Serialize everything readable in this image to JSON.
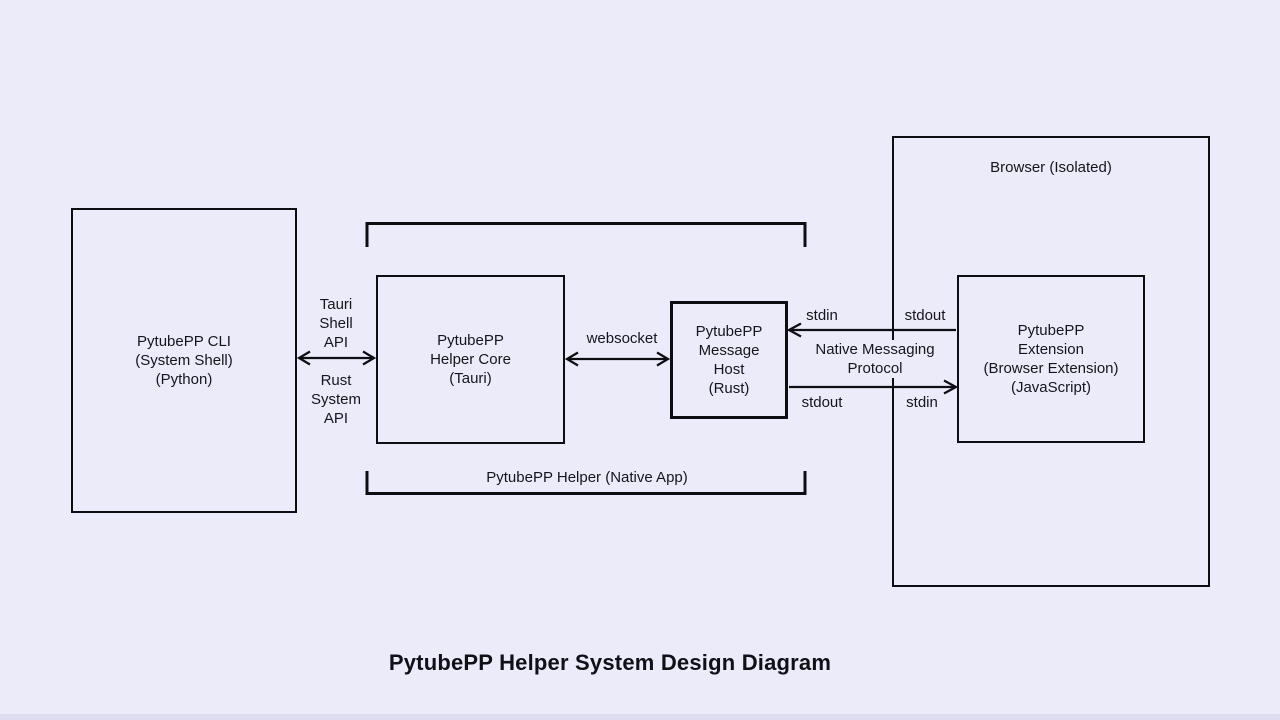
{
  "page": {
    "title": "PytubePP Helper System Design Diagram",
    "colors": {
      "background": "#ECEBFA",
      "line": "#0D0D12",
      "text": "#15151A",
      "bottom_edge": "#DEDDF2"
    }
  },
  "nodes": {
    "cli": {
      "lines": [
        "PytubePP CLI",
        "(System Shell)",
        "(Python)"
      ]
    },
    "helper_core": {
      "lines": [
        "PytubePP",
        "Helper Core",
        "(Tauri)"
      ]
    },
    "message_host": {
      "lines": [
        "PytubePP",
        "Message",
        "Host",
        "(Rust)"
      ]
    },
    "browser": {
      "label": "Browser (Isolated)"
    },
    "extension": {
      "lines": [
        "PytubePP",
        "Extension",
        "(Browser Extension)",
        "(JavaScript)"
      ]
    }
  },
  "edges": {
    "tauri_shell_api": {
      "lines": [
        "Tauri",
        "Shell",
        "API"
      ]
    },
    "rust_system_api": {
      "lines": [
        "Rust",
        "System",
        "API"
      ]
    },
    "websocket_label": "websocket",
    "native_messaging": {
      "lines": [
        "Native Messaging",
        "Protocol"
      ]
    },
    "host_stdin_label": "stdin",
    "ext_stdout_label": "stdout",
    "host_stdout_label": "stdout",
    "ext_stdin_label": "stdin"
  },
  "group": {
    "native_app_label": "PytubePP Helper (Native App)"
  }
}
